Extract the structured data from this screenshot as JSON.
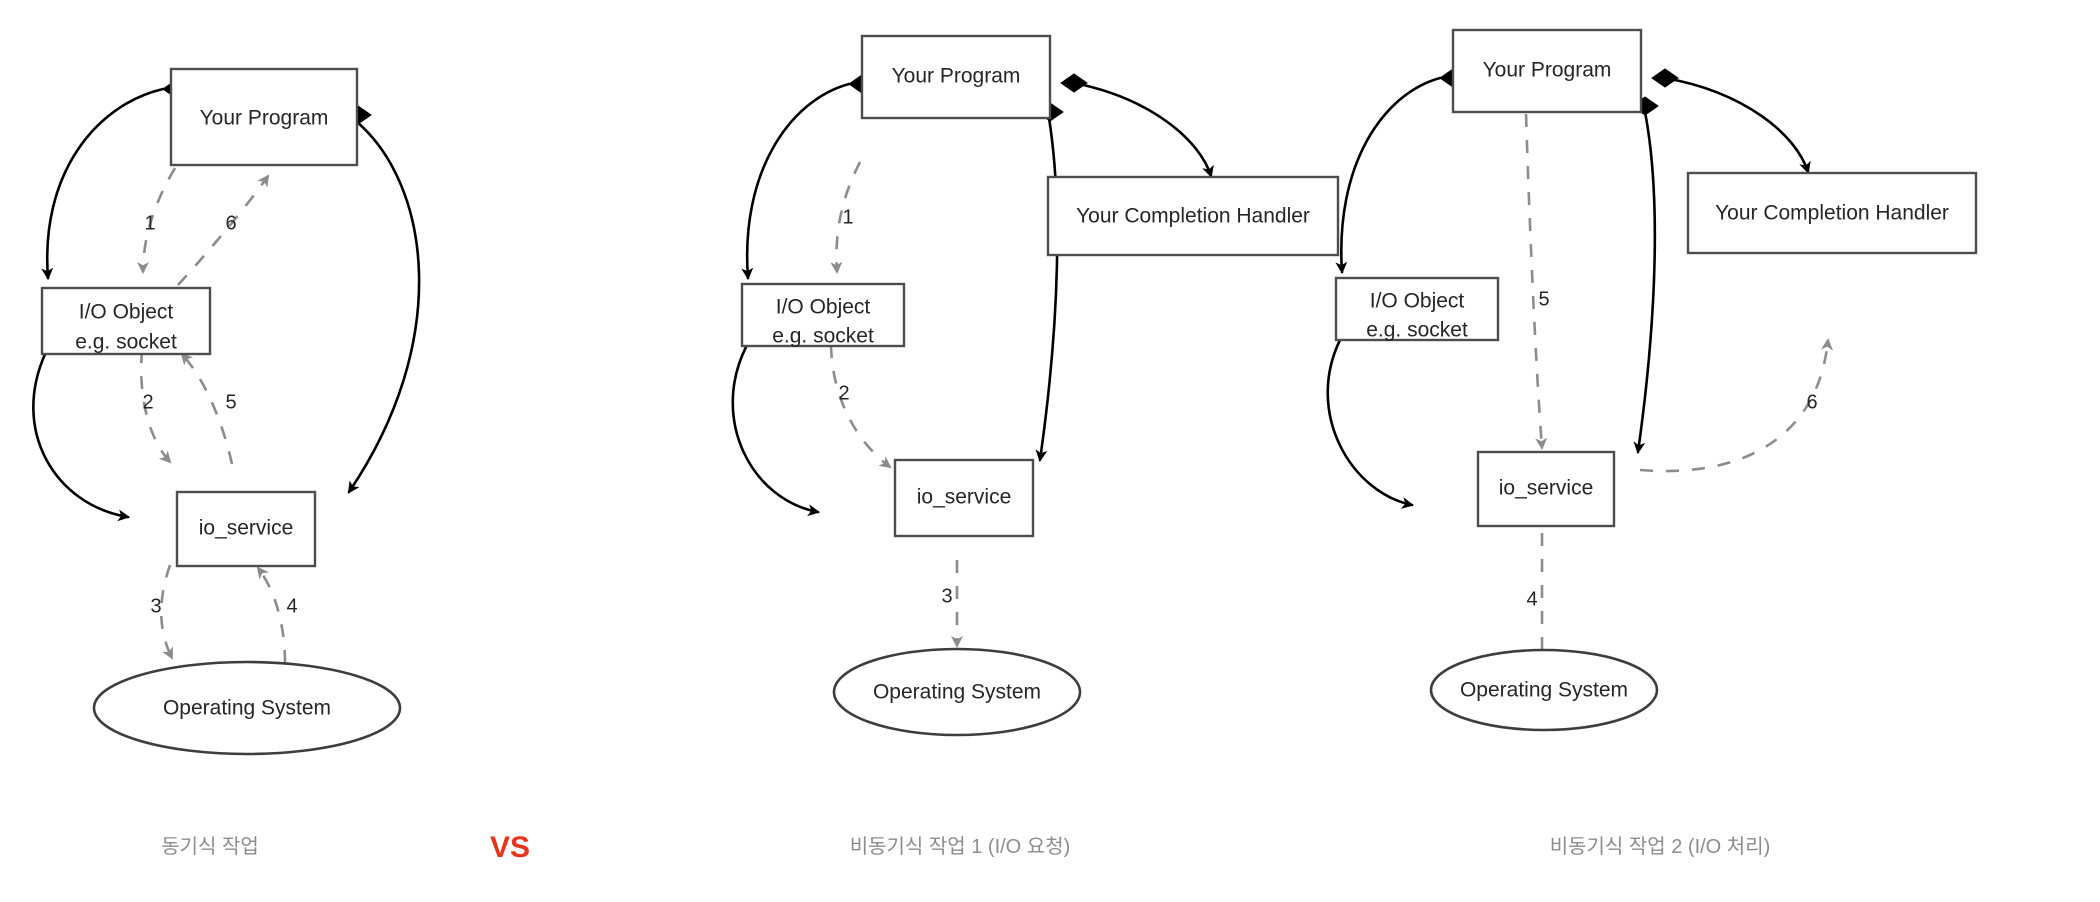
{
  "diagram": {
    "title_context": "Boost.Asio synchronous vs asynchronous operation flow",
    "colors": {
      "solid_edge": "#000000",
      "dashed_edge": "#8c8c8c",
      "box_stroke": "#4d4d4d",
      "box_fill": "#ffffff",
      "text": "#262626",
      "caption": "#8c8c8c",
      "vs_accent": "#e8341c"
    },
    "vs_label": "VS",
    "panels": [
      {
        "id": "sync",
        "caption": "동기식 작업",
        "nodes": [
          {
            "id": "your-program",
            "label": "Your Program",
            "shape": "box"
          },
          {
            "id": "io-object",
            "label_line1": "I/O Object",
            "label_line2": "e.g. socket",
            "shape": "box"
          },
          {
            "id": "io-service",
            "label": "io_service",
            "shape": "box"
          },
          {
            "id": "operating-system",
            "label": "Operating System",
            "shape": "ellipse"
          }
        ],
        "steps": [
          {
            "n": "1",
            "from": "your-program",
            "to": "io-object",
            "style": "dashed"
          },
          {
            "n": "2",
            "from": "io-object",
            "to": "io-service",
            "style": "dashed"
          },
          {
            "n": "3",
            "from": "io-service",
            "to": "operating-system",
            "style": "dashed"
          },
          {
            "n": "4",
            "from": "operating-system",
            "to": "io-service",
            "style": "dashed"
          },
          {
            "n": "5",
            "from": "io-service",
            "to": "io-object",
            "style": "dashed"
          },
          {
            "n": "6",
            "from": "io-object",
            "to": "your-program",
            "style": "dashed"
          }
        ]
      },
      {
        "id": "async1",
        "caption": "비동기식 작업 1 (I/O 요청)",
        "nodes": [
          {
            "id": "your-program",
            "label": "Your Program",
            "shape": "box"
          },
          {
            "id": "io-object",
            "label_line1": "I/O Object",
            "label_line2": "e.g. socket",
            "shape": "box"
          },
          {
            "id": "completion-handler",
            "label": "Your Completion Handler",
            "shape": "box"
          },
          {
            "id": "io-service",
            "label": "io_service",
            "shape": "box"
          },
          {
            "id": "operating-system",
            "label": "Operating System",
            "shape": "ellipse"
          }
        ],
        "steps": [
          {
            "n": "1",
            "from": "your-program",
            "to": "io-object",
            "style": "dashed"
          },
          {
            "n": "2",
            "from": "io-object",
            "to": "io-service",
            "style": "dashed"
          },
          {
            "n": "3",
            "from": "io-service",
            "to": "operating-system",
            "style": "dashed"
          }
        ]
      },
      {
        "id": "async2",
        "caption": "비동기식 작업 2 (I/O 처리)",
        "nodes": [
          {
            "id": "your-program",
            "label": "Your Program",
            "shape": "box"
          },
          {
            "id": "io-object",
            "label_line1": "I/O Object",
            "label_line2": "e.g. socket",
            "shape": "box"
          },
          {
            "id": "completion-handler",
            "label": "Your Completion Handler",
            "shape": "box"
          },
          {
            "id": "io-service",
            "label": "io_service",
            "shape": "box"
          },
          {
            "id": "operating-system",
            "label": "Operating System",
            "shape": "ellipse"
          }
        ],
        "steps": [
          {
            "n": "4",
            "from": "operating-system",
            "to": "io-service",
            "style": "dashed"
          },
          {
            "n": "5",
            "from": "your-program",
            "to": "io-service",
            "style": "dashed"
          },
          {
            "n": "6",
            "from": "io-service",
            "to": "completion-handler",
            "style": "dashed"
          }
        ]
      }
    ]
  }
}
